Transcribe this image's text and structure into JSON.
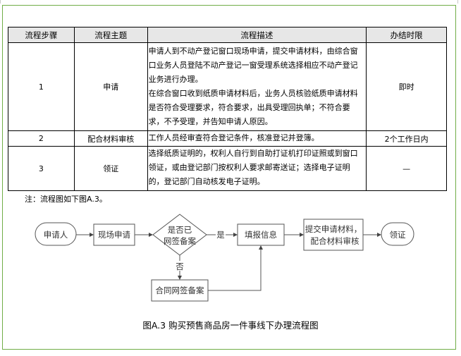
{
  "table": {
    "headers": [
      "流程步骤",
      "流程主题",
      "流程描述",
      "办结时限"
    ],
    "rows": [
      {
        "step": "1",
        "topic": "申请",
        "description": [
          "申请人到不动产登记窗口现场申请，提交申请材料，由综合窗口业务人员登陆不动产登记一窗受理系统选择相应不动产登记业务进行办理。",
          "在综合窗口收到纸质申请材料后，业务人员核验纸质申请材料是否符合受理要求，符合要求，出具受理回执单；不符合要求，不予受理，并告知申请人原因。"
        ],
        "deadline": "即时"
      },
      {
        "step": "2",
        "topic": "配合材料审核",
        "description": [
          "工作人员经审查符合登记条件，核准登记并登簿。"
        ],
        "deadline": "2个工作日内"
      },
      {
        "step": "3",
        "topic": "领证",
        "description": [
          "选择纸质证明的，权利人自行到自助打证机打印证照或到窗口领证，或由登记部门按权利人要求邮寄送证；选择电子证明的，登记部门自动核发电子证明。"
        ],
        "deadline": "—"
      }
    ]
  },
  "note": "注：流程图如下图A.3。",
  "flowchart": {
    "nodes": {
      "applicant": "申请人",
      "onsite": "现场申请",
      "decision_line1": "是否已",
      "decision_line2": "网签备案",
      "fill_info": "填报信息",
      "submit_line1": "提交申请材料，",
      "submit_line2": "配合材料审核",
      "collect": "领证",
      "contract_filing": "合同网签备案"
    },
    "edge_labels": {
      "yes": "是",
      "no": "否"
    }
  },
  "caption": "图A.3 购买预售商品房一件事线下办理流程图",
  "colors": {
    "frame_border": "#70ad47",
    "header_bg": "#e7e7e7",
    "diagram_stroke": "#555555"
  }
}
